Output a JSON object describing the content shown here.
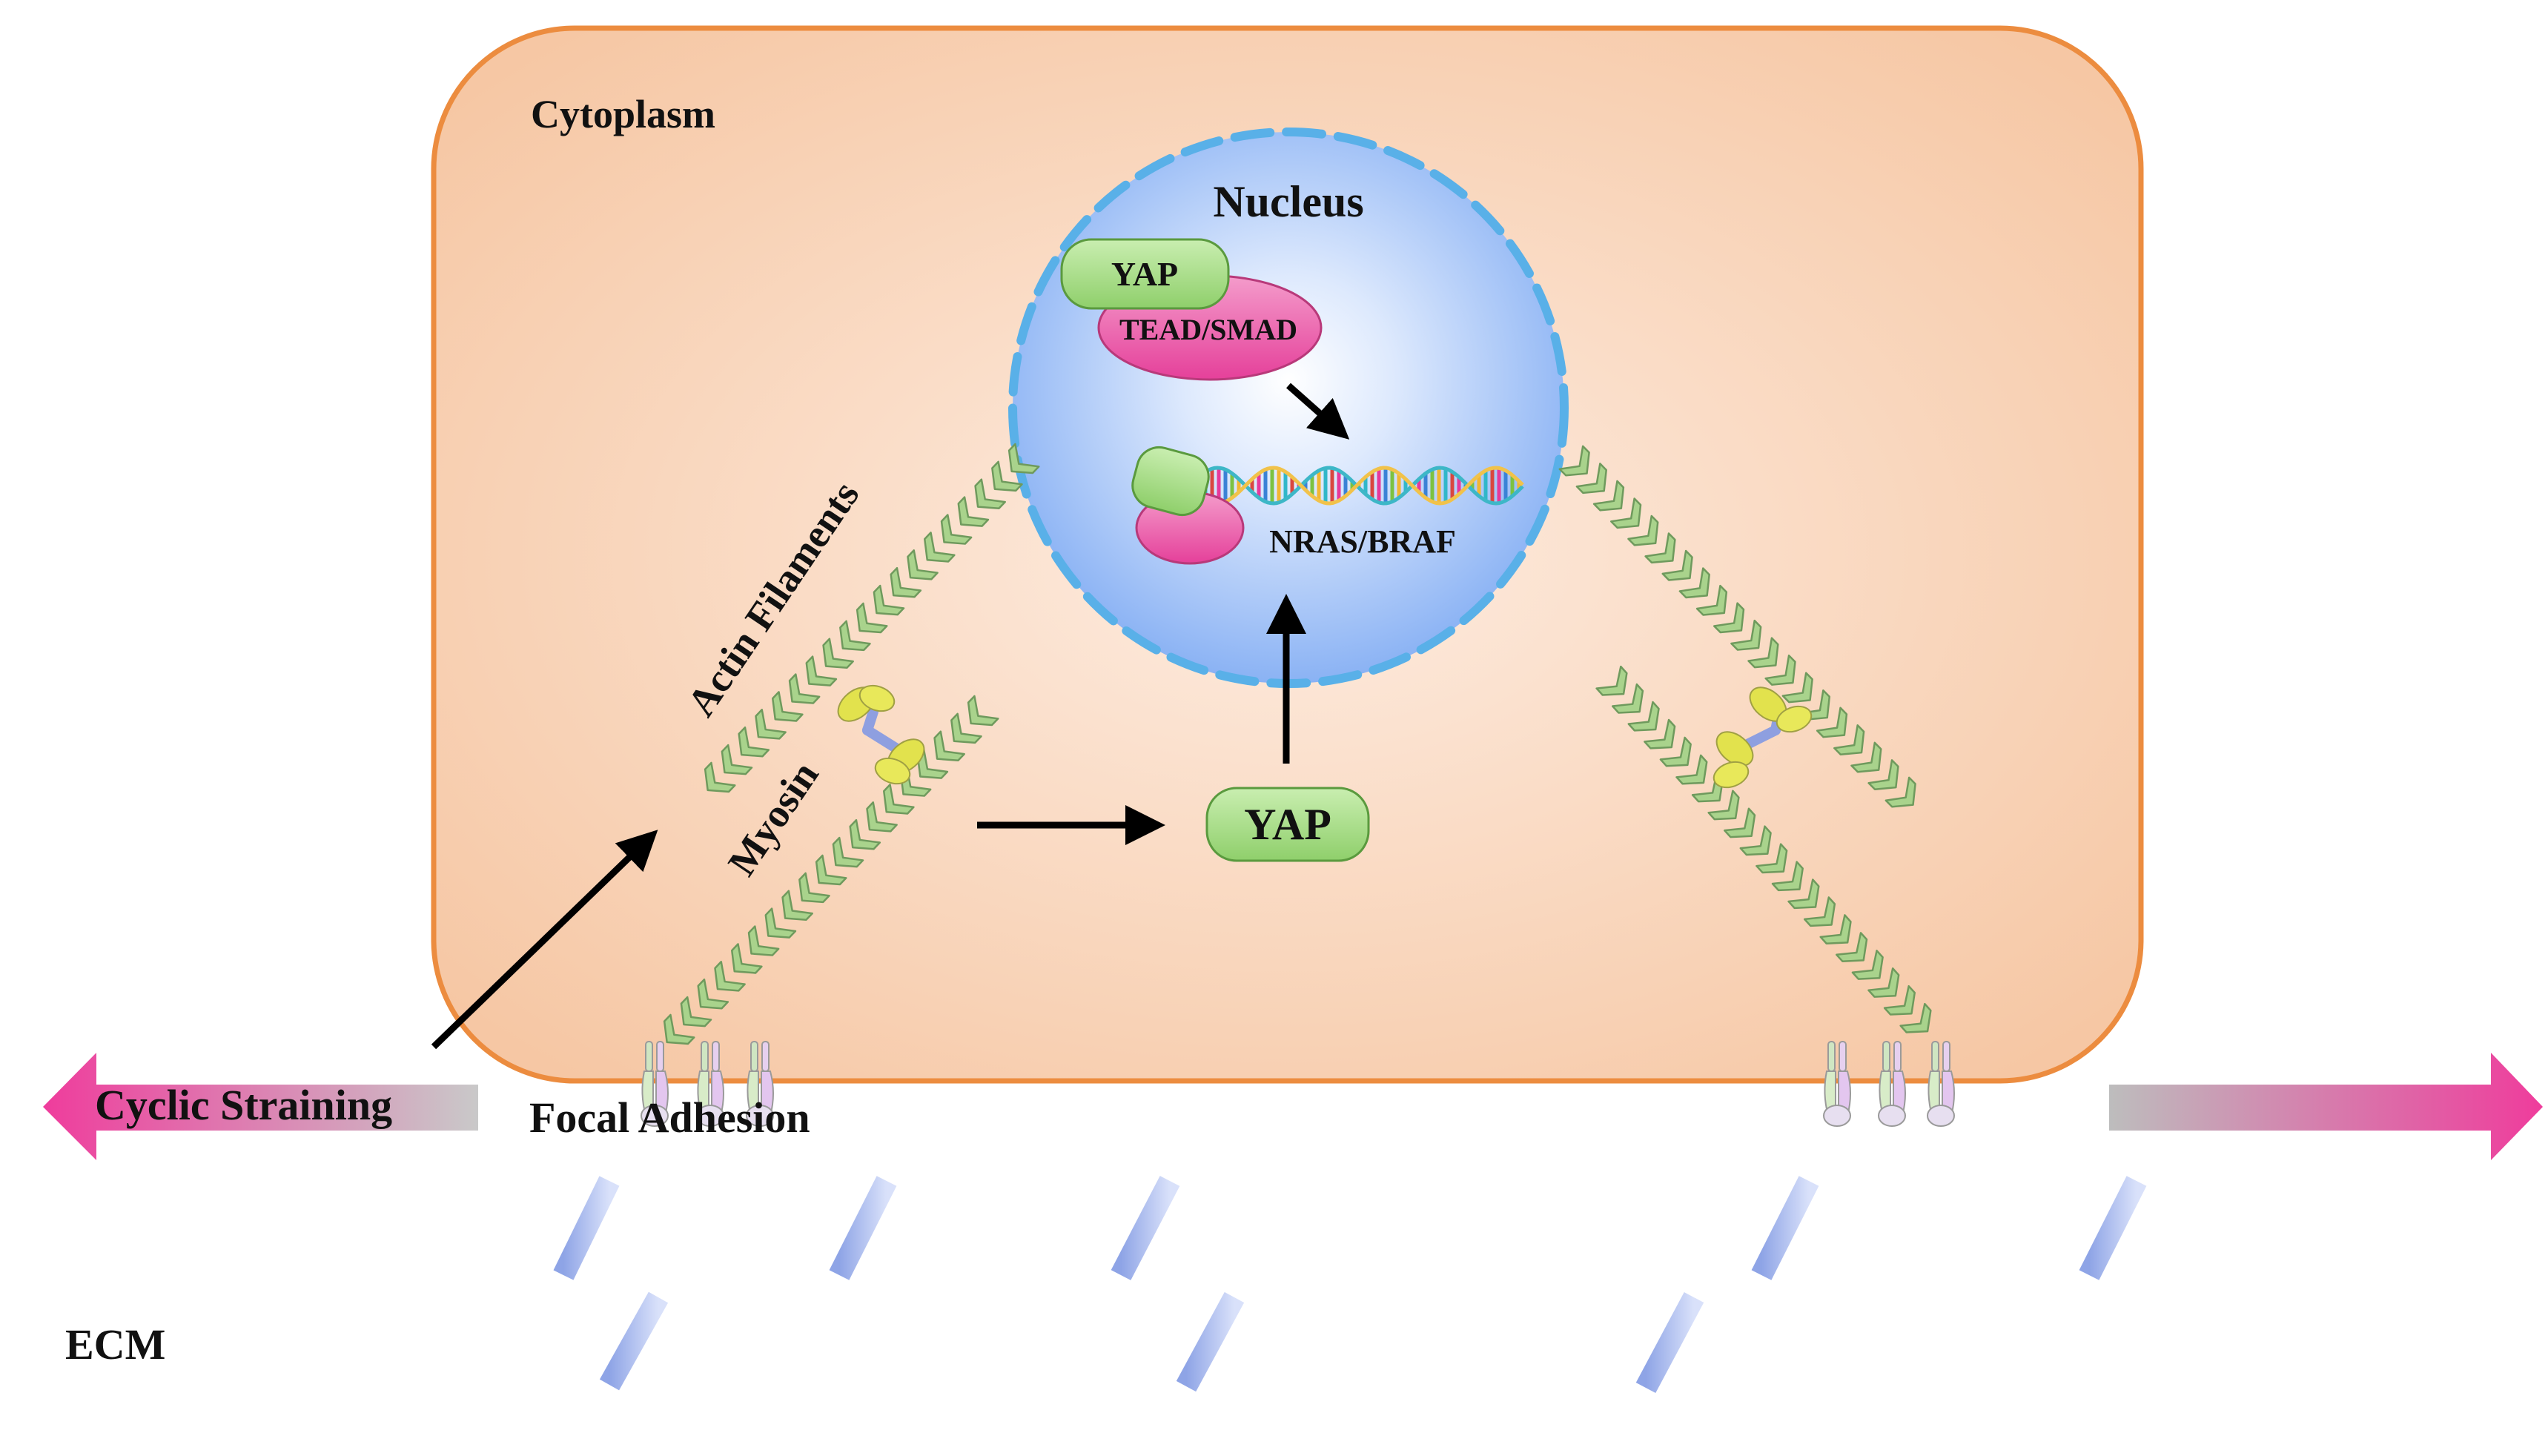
{
  "labels": {
    "cytoplasm": "Cytoplasm",
    "nucleus": "Nucleus",
    "yap_in_nucleus": "YAP",
    "tead_smad": "TEAD/SMAD",
    "nras_braf": "NRAS/BRAF",
    "actin_filaments": "Actin Filaments",
    "myosin": "Myosin",
    "yap_cytoplasm": "YAP",
    "cyclic_straining": "Cyclic Straining",
    "focal_adhesion": "Focal Adhesion",
    "ecm": "ECM"
  },
  "colors": {
    "cell_border": "#ec8c3f",
    "cell_fill_outer": "#f6c9a8",
    "cell_fill_inner": "#fde9dc",
    "nucleus_fill": "#8fb7f5",
    "nucleus_border": "#59b0e8",
    "yap_fill": "#a9dc8a",
    "yap_border": "#5a9a3e",
    "tead_fill": "#ee67ad",
    "actin_fill": "#a9d38c",
    "actin_stroke": "#6f9a5d",
    "myosin_yellow": "#e2e24d",
    "myosin_blue": "#8e9fe0",
    "strain_arrow": "#ef3c9c",
    "ecm_fiber": "#8ea4e6",
    "arrow": "#000000"
  }
}
